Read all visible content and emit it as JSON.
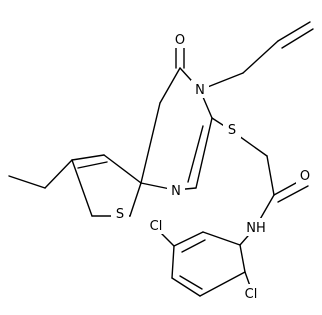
{
  "molecule": {
    "atoms": {
      "oxygen_carbonyl_ring": "O",
      "nitrogen_ring_allyl": "N",
      "nitrogen_ring": "N",
      "sulfur_thiophene": "S",
      "sulfur_thioether": "S",
      "oxygen_amide": "O",
      "nitrogen_amide": "NH",
      "chlorine_top": "Cl",
      "chlorine_bottom": "Cl"
    }
  }
}
